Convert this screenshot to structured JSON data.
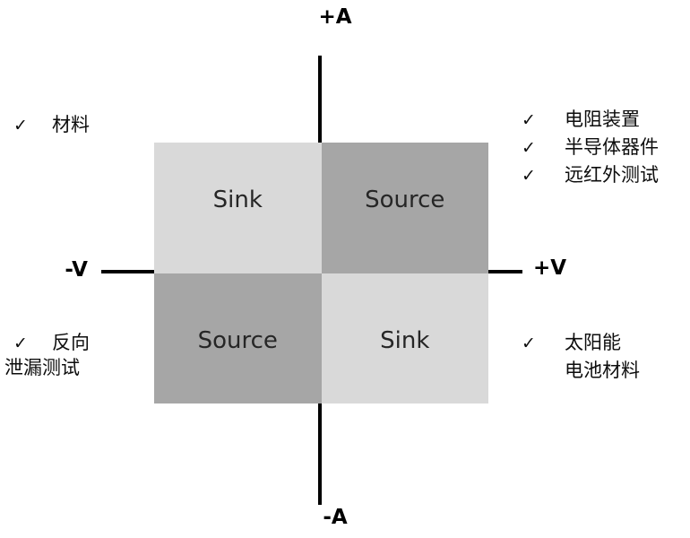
{
  "diagram": {
    "axes": {
      "top": "+A",
      "bottom": "-A",
      "left": "-V",
      "right": "+V"
    },
    "quadrants": {
      "top_left": {
        "label": "Sink",
        "shade": "light"
      },
      "top_right": {
        "label": "Source",
        "shade": "dark"
      },
      "bottom_left": {
        "label": "Source",
        "shade": "dark"
      },
      "bottom_right": {
        "label": "Sink",
        "shade": "light"
      }
    }
  },
  "annotations": {
    "top_left": {
      "check": "✓",
      "text": "材料"
    },
    "top_right": {
      "items": [
        {
          "check": "✓",
          "text": "电阻装置"
        },
        {
          "check": "✓",
          "text": "半导体器件"
        },
        {
          "check": "✓",
          "text": "远红外测试"
        }
      ]
    },
    "bottom_left": {
      "check": "✓",
      "line1": "反向",
      "line2": "泄漏测试"
    },
    "bottom_right": {
      "check": "✓",
      "line1": "太阳能",
      "line2": "电池材料"
    }
  },
  "colors": {
    "quadrant_light": "#d9d9d9",
    "quadrant_dark": "#a6a6a6",
    "axis": "#000000",
    "quadrant_label_text": "#262626",
    "annotation_text": "#0d0d0d"
  }
}
